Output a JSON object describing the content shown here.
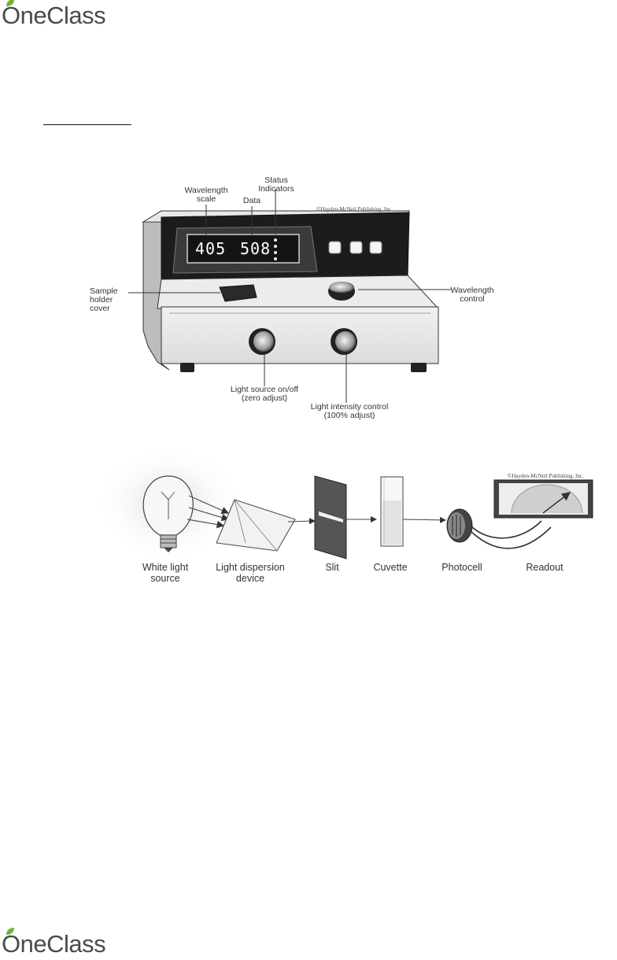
{
  "header": {
    "brand": "OneClass"
  },
  "footer": {
    "brand": "OneClass"
  },
  "figure_top": {
    "copyright": "©Hayden-McNeil Publishing, Inc.",
    "display": {
      "wavelength_value": "405",
      "data_value": "508"
    },
    "labels": {
      "wavelength_scale": [
        "Wavelength",
        "scale"
      ],
      "data": "Data",
      "status_indicators": [
        "Status",
        "Indicators"
      ],
      "sample_holder_cover": [
        "Sample",
        "holder",
        "cover"
      ],
      "wavelength_control": [
        "Wavelength",
        "control"
      ],
      "light_source": [
        "Light source on/off",
        "(zero adjust)"
      ],
      "light_intensity": [
        "Light intensity control",
        "(100% adjust)"
      ]
    }
  },
  "figure_bottom": {
    "copyright": "©Hayden-McNeil Publishing, Inc.",
    "components": [
      {
        "id": "white-light-source",
        "lines": [
          "White light",
          "source"
        ]
      },
      {
        "id": "light-dispersion-device",
        "lines": [
          "Light dispersion",
          "device"
        ]
      },
      {
        "id": "slit",
        "lines": [
          "Slit"
        ]
      },
      {
        "id": "cuvette",
        "lines": [
          "Cuvette"
        ]
      },
      {
        "id": "photocell",
        "lines": [
          "Photocell"
        ]
      },
      {
        "id": "readout",
        "lines": [
          "Readout"
        ]
      }
    ]
  }
}
